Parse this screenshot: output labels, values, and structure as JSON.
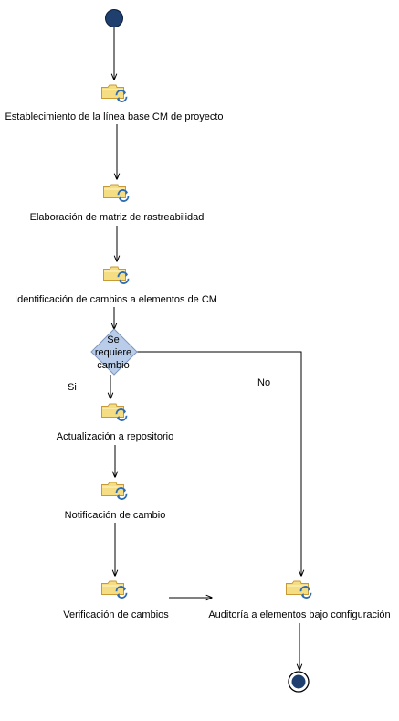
{
  "activities": [
    {
      "id": "a1",
      "label": "Establecimiento de la línea base CM de proyecto",
      "icon": "activity-task-icon"
    },
    {
      "id": "a2",
      "label": "Elaboración de matriz de rastreabilidad",
      "icon": "activity-task-icon"
    },
    {
      "id": "a3",
      "label": "Identificación de cambios a elementos de CM",
      "icon": "activity-task-icon"
    },
    {
      "id": "a4",
      "label": "Actualización a repositorio",
      "icon": "activity-task-icon"
    },
    {
      "id": "a5",
      "label": "Notificación de cambio",
      "icon": "activity-task-icon"
    },
    {
      "id": "a6",
      "label": "Verificación de cambios",
      "icon": "activity-task-icon"
    },
    {
      "id": "a7",
      "label": "Auditoría a elementos bajo configuración",
      "icon": "activity-task-icon"
    }
  ],
  "decision": {
    "lines": [
      "Se",
      "requiere",
      "cambio"
    ]
  },
  "branches": {
    "yes": "Si",
    "no": "No"
  },
  "colors": {
    "start_node": "#1f3f6f",
    "decision_fill": "#b9cce9",
    "decision_stroke": "#7f97bf",
    "folder_fill": "#f4dd83",
    "folder_stroke": "#c79a35",
    "cycle_arrows": "#2d6bb3"
  }
}
